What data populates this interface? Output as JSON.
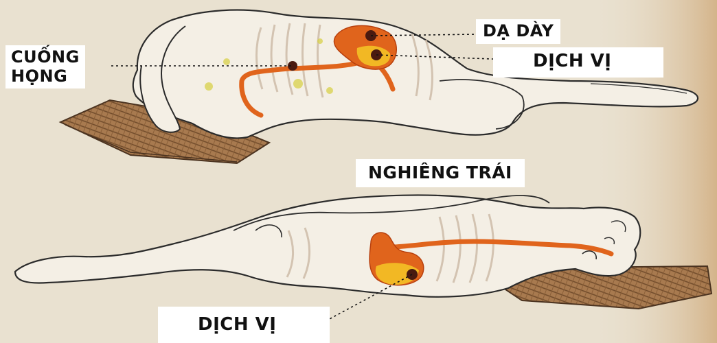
{
  "labels": {
    "stomach": "DẠ DÀY",
    "stomach_acid_top": "DỊCH VỊ",
    "esophagus": "CUỐNG\nHỌNG",
    "position": "NGHIÊNG TRÁI",
    "stomach_acid_bottom": "DỊCH VỊ"
  },
  "colors": {
    "background": "#e9e1d0",
    "right_edge_texture": "#d4b48a",
    "body_fill": "#f4efe5",
    "outline": "#2b2b2b",
    "pillow": "#9a6e45",
    "esophagus": "#e0641c",
    "stomach_outer": "#e0641c",
    "stomach_acid": "#f2b824",
    "marker_dot": "#4a1a10",
    "label_box": "#ffffff"
  }
}
